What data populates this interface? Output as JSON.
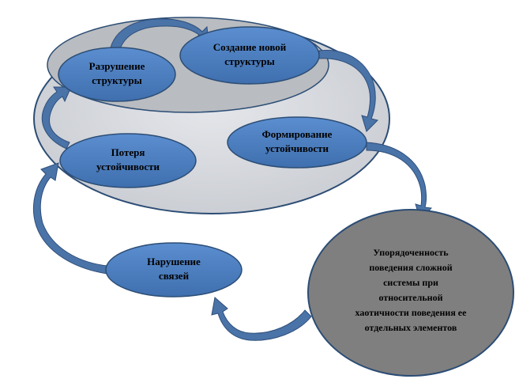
{
  "diagram": {
    "nodes": {
      "destruction": [
        "Разрушение",
        "структуры"
      ],
      "new_structure": [
        "Создание новой",
        "структуры"
      ],
      "formation": [
        "Формирование",
        "устойчивости"
      ],
      "loss": [
        "Потеря",
        "устойчивости"
      ],
      "disruption": [
        "Нарушение",
        "связей"
      ],
      "order": [
        "Упорядоченность",
        "поведения сложной",
        "системы при",
        "относительной",
        "хаотичности поведения ее",
        "отдельных элементов"
      ]
    },
    "colors": {
      "node_fill": "#4f81bd",
      "node_stroke": "#2c4d75",
      "outer_ellipse_fill": "#d6d9df",
      "inner_ellipse_fill": "#b9bcc0",
      "order_node_fill": "#7f7f7f",
      "arrow_fill": "#4a73a8"
    }
  }
}
